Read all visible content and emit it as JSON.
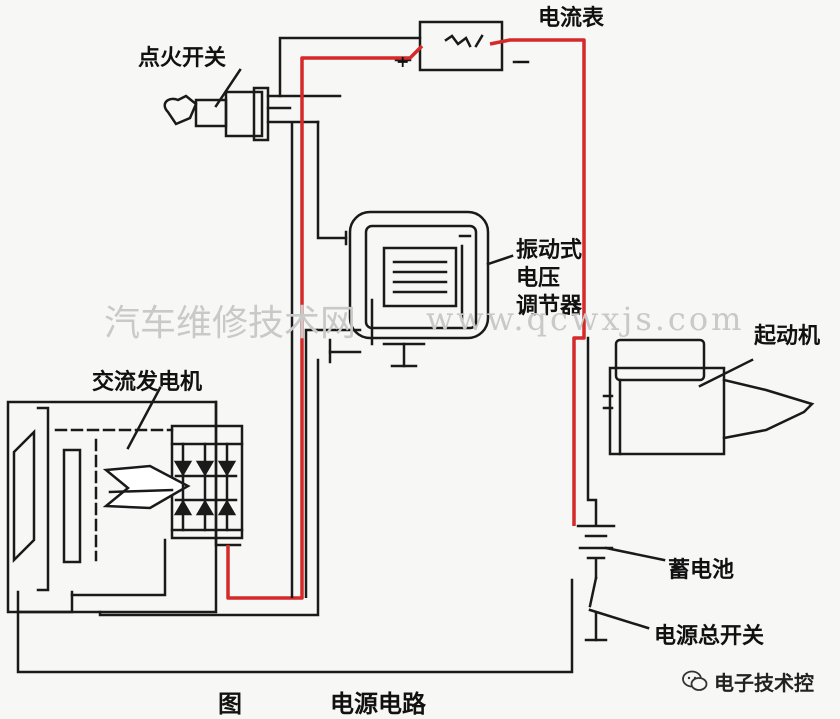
{
  "labels": {
    "ammeter": "电流表",
    "ignition_switch": "点火开关",
    "regulator_line1": "振动式",
    "regulator_line2": "电压",
    "regulator_line3": "调节器",
    "starter": "起动机",
    "alternator": "交流发电机",
    "battery": "蓄电池",
    "master_switch": "电源总开关",
    "caption_prefix": "图",
    "caption": "电源电路",
    "meter_plus": "+",
    "meter_minus": "−"
  },
  "watermark": {
    "cn": "汽车维修技术网",
    "url": "www.qcwxjs.com"
  },
  "brand": {
    "text": "电子技术控"
  },
  "colors": {
    "wire": "#1a1a1a",
    "charge_wire": "#d42a2a",
    "watermark": "#c9c9c9",
    "background": "#f7f7f5"
  }
}
